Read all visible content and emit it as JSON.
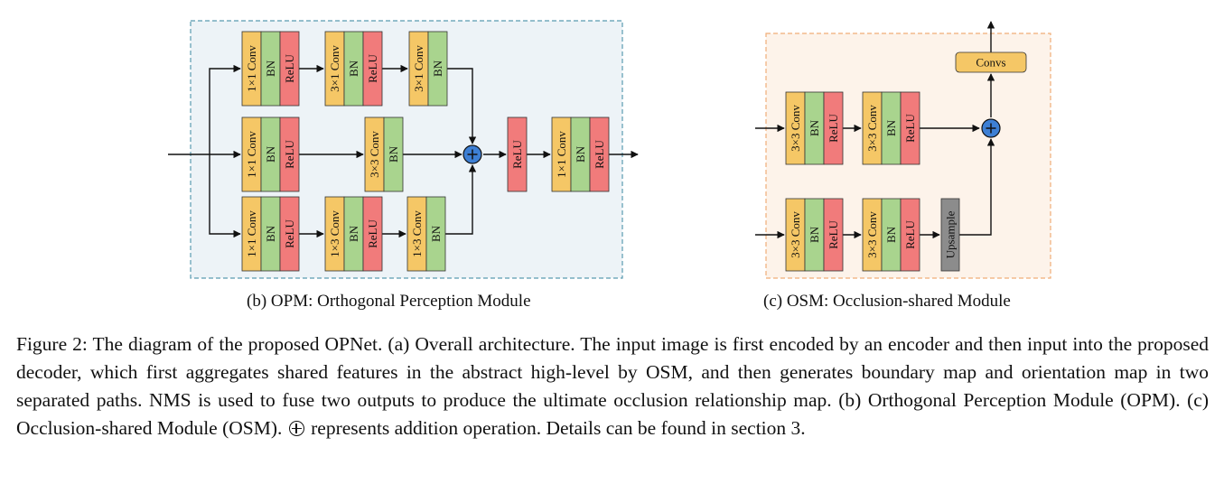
{
  "labels": {
    "conv_1x1": "1×1 Conv",
    "conv_1x3": "1×3 Conv",
    "conv_3x1": "3×1 Conv",
    "conv_3x3": "3×3 Conv",
    "bn": "BN",
    "relu": "ReLU",
    "upsample": "Upsample",
    "convs": "Convs"
  },
  "colors": {
    "conv": "#f5c766",
    "bn": "#a9d48e",
    "relu": "#f17b7b",
    "upsample": "#8c8c8c",
    "plus": "#3d7fd4",
    "opm_bg": "#edf3f7",
    "opm_border": "#5a9bb0",
    "osm_bg": "#fdf3ea",
    "osm_border": "#f0ad78"
  },
  "subcaptions": {
    "opm": "(b)  OPM: Orthogonal Perception Module",
    "osm": "(c)  OSM: Occlusion-shared Module"
  },
  "caption": {
    "part1": "Figure 2: The diagram of the proposed OPNet. (a) Overall architecture.  The input image is first encoded by an encoder and then input into the proposed decoder, which first aggregates shared features in the abstract high-level by OSM, and then generates boundary map and orientation map in two separated paths. NMS is used to fuse two outputs to produce the ultimate occlusion relationship map. (b) Orthogonal Perception Module (OPM). (c) Occlusion-shared Module (OSM).",
    "part2": "represents addition operation. Details can be found in section 3."
  }
}
